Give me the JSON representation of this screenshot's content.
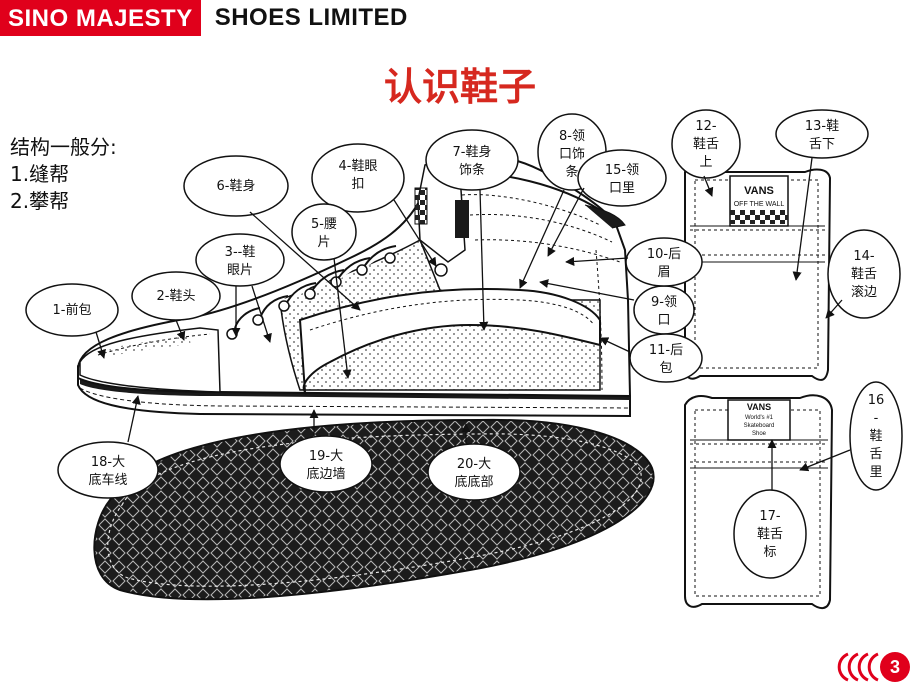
{
  "brand": {
    "red_part": "SINO MAJESTY",
    "rest": "SHOES   LIMITED",
    "accent_color": "#e0001b"
  },
  "title": "认识鞋子",
  "structure": {
    "heading": "结构一般分:",
    "item1": "1.缝帮",
    "item2": "2.攀帮"
  },
  "callouts": {
    "c1": "1-前包",
    "c2": "2-鞋头",
    "c3": "3--鞋\n眼片",
    "c4": "4-鞋眼\n扣",
    "c5": "5-腰\n片",
    "c6": "6-鞋身",
    "c7": "7-鞋身\n饰条",
    "c8": "8-领\n口饰\n条",
    "c9": "9-领\n口",
    "c10": "10-后\n眉",
    "c11": "11-后\n包",
    "c12": "12-\n鞋舌\n上",
    "c13": "13-鞋\n舌下",
    "c14": "14-\n鞋舌\n滚边",
    "c15": "15-领\n口里",
    "c16": "16\n-\n鞋\n舌\n里",
    "c17": "17-\n鞋舌\n标",
    "c18": "18-大\n底车线",
    "c19": "19-大\n底边墙",
    "c20": "20-大\n底底部"
  },
  "tongue_labels": {
    "vans_logo": "VANS",
    "off_the_wall": "OFF THE WALL",
    "label_brand": "VANS",
    "label_line1": "World's #1",
    "label_line2": "Skateboard",
    "label_line3": "Shoe"
  },
  "page_number": "3"
}
